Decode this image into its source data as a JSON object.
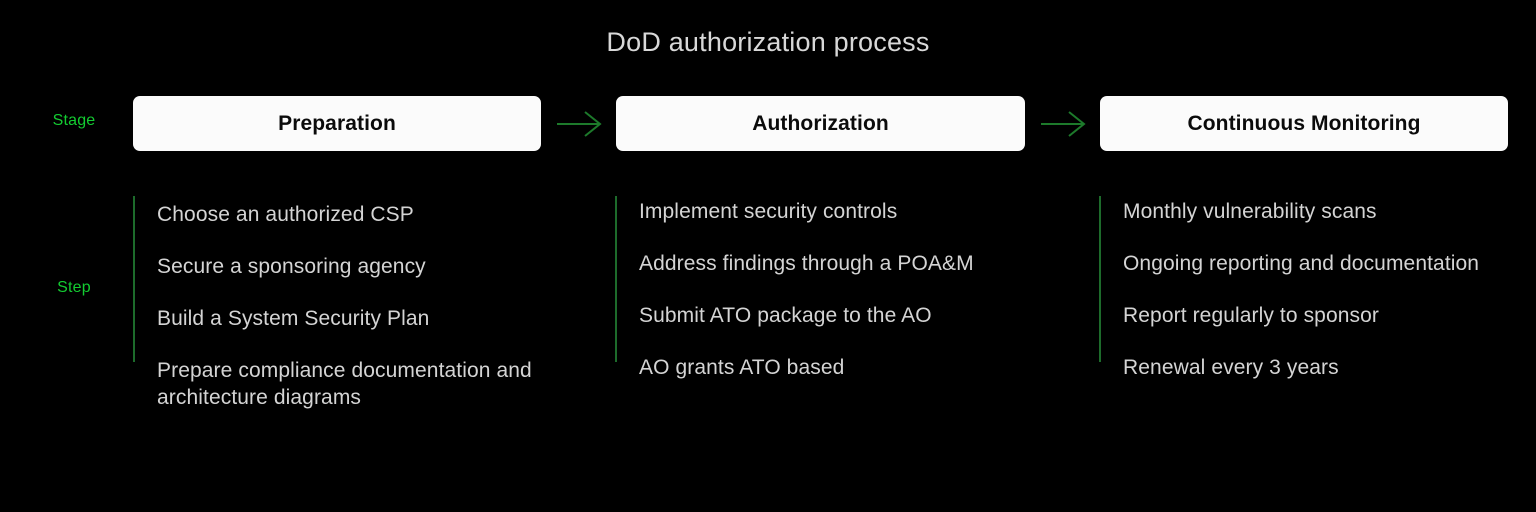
{
  "page": {
    "title": "DoD authorization process",
    "background_color": "#000000",
    "accent_green": "#13cc31",
    "rule_green": "#1d6b2b",
    "text_color": "#d4d4d4"
  },
  "row_labels": {
    "stage": "Stage",
    "step": "Step"
  },
  "stages": [
    {
      "label": "Preparation"
    },
    {
      "label": "Authorization"
    },
    {
      "label": "Continuous Monitoring"
    }
  ],
  "arrows": [
    {
      "icon": "arrow-right-icon"
    },
    {
      "icon": "arrow-right-icon"
    }
  ],
  "step_columns": [
    {
      "stage": "Preparation",
      "steps": [
        "Choose an authorized CSP",
        "Secure a sponsoring agency",
        "Build a System Security Plan",
        "Prepare compliance documentation and architecture diagrams"
      ]
    },
    {
      "stage": "Authorization",
      "steps": [
        "Implement security controls",
        "Address findings through a POA&M",
        "Submit ATO package to the AO",
        "AO grants ATO based"
      ]
    },
    {
      "stage": "Continuous Monitoring",
      "steps": [
        "Monthly vulnerability scans",
        "Ongoing reporting and documentation",
        "Report regularly to sponsor",
        "Renewal every 3 years"
      ]
    }
  ]
}
